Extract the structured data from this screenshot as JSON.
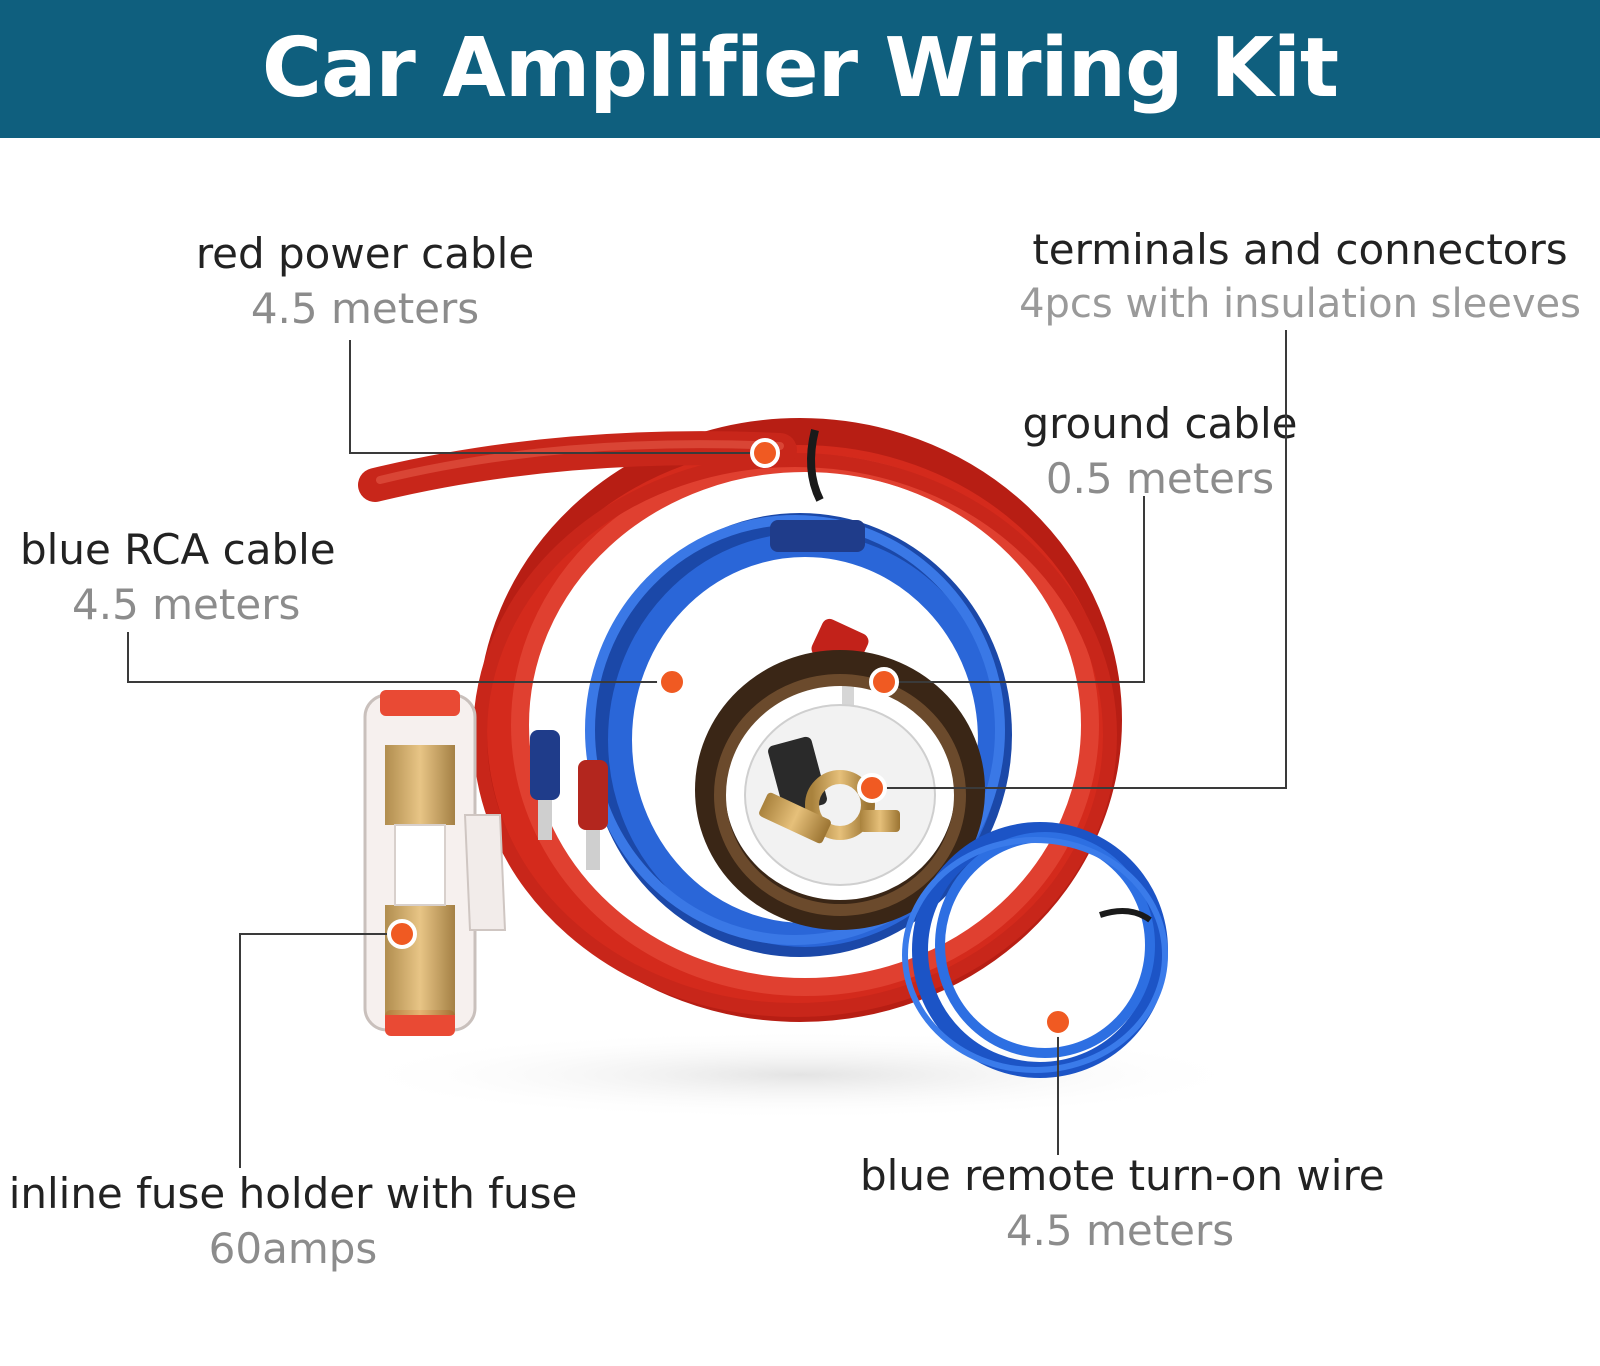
{
  "title": "Car Amplifier Wiring Kit",
  "colors": {
    "header_bg": "#0f5f7e",
    "marker": "#f05a22",
    "red_cable": "#d42a1c",
    "blue_cable": "#1f56c7",
    "brown_cable": "#4a3220"
  },
  "callouts": {
    "red_power": {
      "name": "red power cable",
      "detail": "4.5 meters"
    },
    "terminals": {
      "name": "terminals and connectors",
      "detail": "4pcs with insulation sleeves"
    },
    "ground": {
      "name": "ground cable",
      "detail": "0.5 meters"
    },
    "blue_rca": {
      "name": "blue RCA cable",
      "detail": "4.5 meters"
    },
    "fuse_holder": {
      "name": "inline fuse holder with fuse",
      "detail": "60amps"
    },
    "remote_wire": {
      "name": "blue remote turn-on wire",
      "detail": "4.5 meters"
    }
  }
}
